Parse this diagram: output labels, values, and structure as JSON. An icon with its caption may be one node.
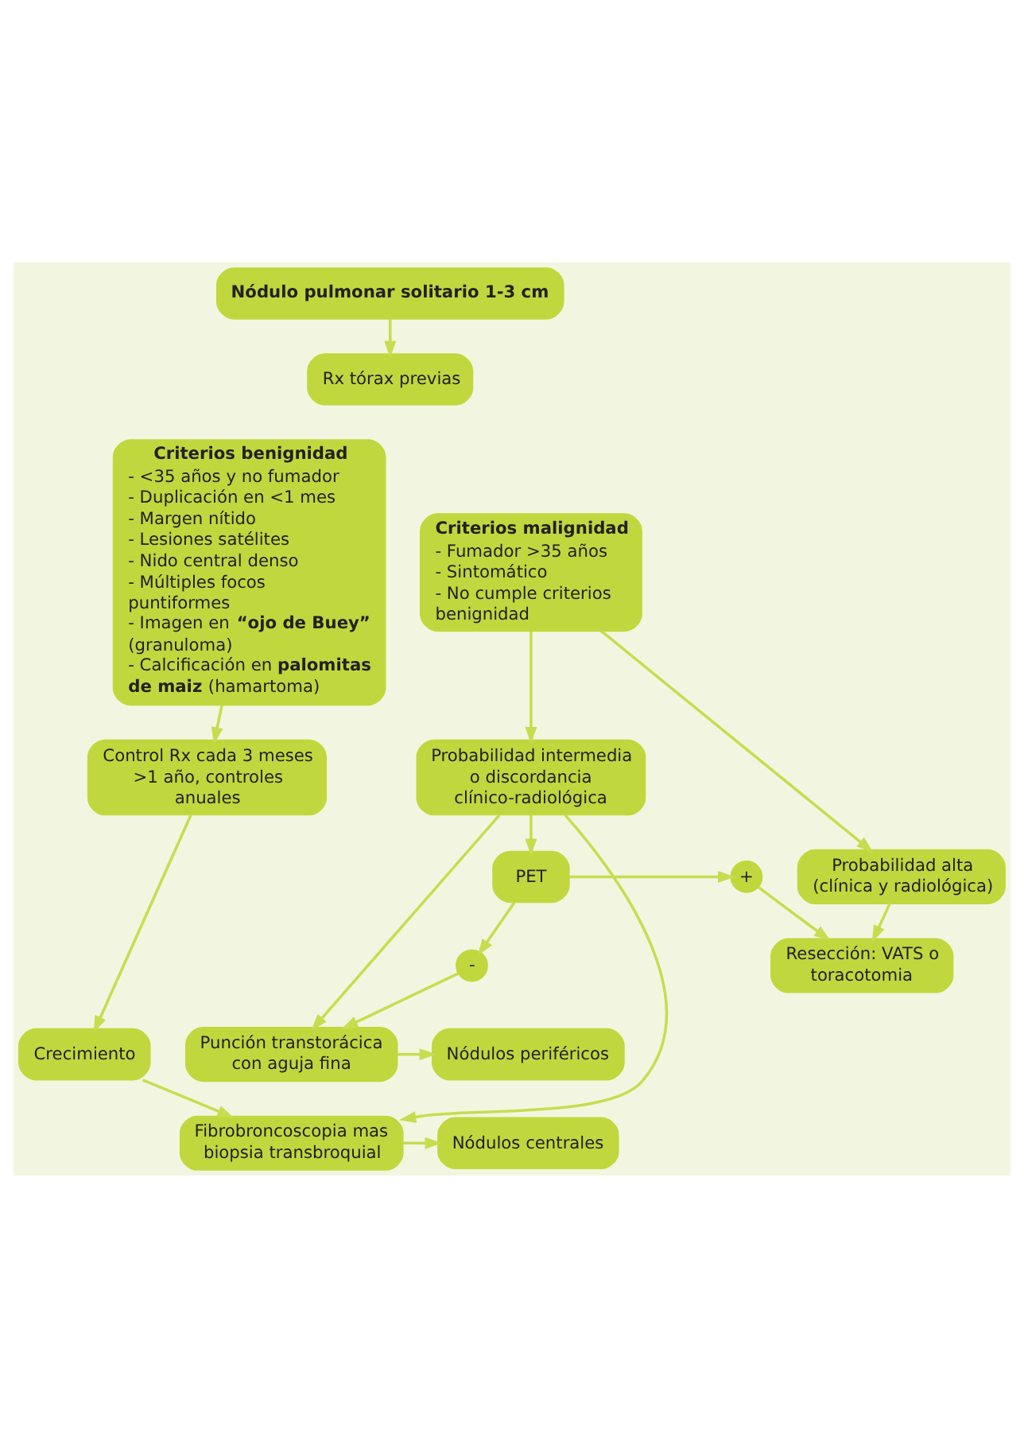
{
  "diagram": {
    "nodes": [
      {
        "text": [
          "Nódulo pulmonar solitario 1-3 cm"
        ]
      },
      {
        "text": [
          "Rx tórax previas"
        ]
      },
      {
        "text": [
          "Criterios benignidad",
          "- <35 años y no fumador",
          "- Duplicación en <1 mes",
          "- Margen nítido",
          "- Lesiones satélites",
          "- Nido central denso",
          "- Múltiples focos puntiformes",
          "- Imagen en **“ojo de Buey”** (granuloma)",
          "- Calcificación en **palomitas de maiz** (hamartoma)"
        ]
      },
      {
        "text": [
          "Criterios malignidad",
          "- Fumador >35 años",
          "- Sintomático",
          "- No cumple criterios benignidad"
        ]
      },
      {
        "text": [
          "Probabilidad intermedia o discordancia clínico-radiológica"
        ]
      },
      {
        "text": [
          "Probabilidad alta (clínica y radiológica)"
        ]
      },
      {
        "text": [
          "Resección: VATS o toracotomia"
        ]
      },
      {
        "text": [
          "Control Rx cada 3 meses >1 año, controles anuales"
        ]
      },
      {
        "text": [
          "Crecimiento"
        ]
      },
      {
        "text": [
          "PET"
        ]
      },
      {
        "text": [
          "+"
        ]
      },
      {
        "text": [
          "-"
        ]
      },
      {
        "text": [
          "Punción transtorácica con aguja fina"
        ]
      },
      {
        "text": [
          "Nódulos periféricos"
        ]
      },
      {
        "text": [
          "Fibrobroncoscopia mas biopsia transbroquial"
        ]
      },
      {
        "text": [
          "Nódulos centrales"
        ]
      }
    ],
    "edges": [
      {
        "from": 0,
        "to": 1,
        "arrow": "to"
      },
      {
        "from": 3,
        "to": 4,
        "arrow": "to"
      },
      {
        "from": 3,
        "to": 5,
        "arrow": "to"
      },
      {
        "from": 5,
        "to": 6,
        "arrow": "to"
      },
      {
        "from": 2,
        "to": 7,
        "arrow": "to"
      },
      {
        "from": 7,
        "to": 8,
        "arrow": "to"
      },
      {
        "from": 4,
        "to": 9,
        "arrow": "to"
      },
      {
        "from": 4,
        "to": 12,
        "arrow": "to"
      },
      {
        "from": 4,
        "to": 14,
        "arrow": "to"
      },
      {
        "from": 8,
        "to": 14,
        "arrow": "to"
      },
      {
        "from": 9,
        "to": 10,
        "arrow": "to"
      },
      {
        "from": 9,
        "to": 11,
        "arrow": "to"
      },
      {
        "from": 10,
        "to": 6,
        "arrow": "to"
      },
      {
        "from": 11,
        "to": 12,
        "arrow": "to"
      },
      {
        "from": 12,
        "to": 13,
        "arrow": "to"
      },
      {
        "from": 14,
        "to": 15,
        "arrow": "to"
      }
    ]
  }
}
